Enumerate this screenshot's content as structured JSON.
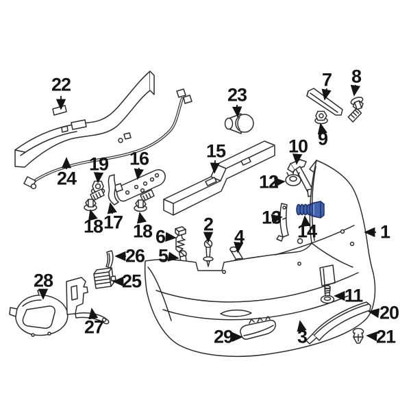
{
  "diagram": {
    "kind": "exploded-parts-diagram",
    "highlighted_callout": "14",
    "colors": {
      "background": "#ffffff",
      "line": "#2b2b2b",
      "label": "#151515",
      "highlight": "#4263ae",
      "highlight_dark": "#1c2f66",
      "highlight_light": "#8fa6d8"
    },
    "callouts": {
      "c1": {
        "label": "1",
        "part": "bumper-cover"
      },
      "c2": {
        "label": "2",
        "part": "push-pin"
      },
      "c3": {
        "label": "3",
        "part": "bolt"
      },
      "c4": {
        "label": "4",
        "part": "grommet"
      },
      "c5": {
        "label": "5",
        "part": "screw-grommet"
      },
      "c6": {
        "label": "6",
        "part": "retainer-clip"
      },
      "c7": {
        "label": "7",
        "part": "side-bracket-strip"
      },
      "c8": {
        "label": "8",
        "part": "bolt"
      },
      "c9": {
        "label": "9",
        "part": "nut"
      },
      "c10": {
        "label": "10",
        "part": "stay-bracket"
      },
      "c11": {
        "label": "11",
        "part": "screw"
      },
      "c12": {
        "label": "12",
        "part": "grommet-nut"
      },
      "c13": {
        "label": "13",
        "part": "side-bracket"
      },
      "c14": {
        "label": "14",
        "part": "bolt-highlighted",
        "highlighted": true
      },
      "c15": {
        "label": "15",
        "part": "energy-absorber"
      },
      "c16": {
        "label": "16",
        "part": "mount-bracket"
      },
      "c17": {
        "label": "17",
        "part": "small-bracket"
      },
      "c18a": {
        "label": "18",
        "part": "bolt"
      },
      "c18b": {
        "label": "18",
        "part": "bolt"
      },
      "c19": {
        "label": "19",
        "part": "nut"
      },
      "c20": {
        "label": "20",
        "part": "step-pad"
      },
      "c21": {
        "label": "21",
        "part": "clip"
      },
      "c22": {
        "label": "22",
        "part": "impact-bar"
      },
      "c23": {
        "label": "23",
        "part": "park-sensor"
      },
      "c24": {
        "label": "24",
        "part": "wiring-harness"
      },
      "c25": {
        "label": "25",
        "part": "ribbed-pad"
      },
      "c26": {
        "label": "26",
        "part": "filler-piece"
      },
      "c27": {
        "label": "27",
        "part": "support-bracket"
      },
      "c28": {
        "label": "28",
        "part": "splash-shield"
      },
      "c29": {
        "label": "29",
        "part": "reflector"
      }
    }
  }
}
